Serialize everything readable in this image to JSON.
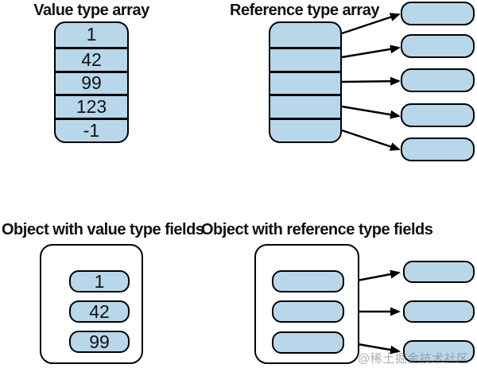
{
  "value_array": {
    "title": "Value type array",
    "cells": [
      "1",
      "42",
      "99",
      "123",
      "-1"
    ]
  },
  "reference_array": {
    "title": "Reference type array",
    "cell_count": 5,
    "target_count": 5
  },
  "value_object": {
    "title": "Object with value type fields",
    "fields": [
      "1",
      "42",
      "99"
    ]
  },
  "reference_object": {
    "title": "Object with reference type fields",
    "field_count": 3,
    "target_count": 3
  },
  "watermark": "@稀土掘金技术社区",
  "colors": {
    "box_fill": "#b9d7ea",
    "stroke": "#000000",
    "background": "#ffffff",
    "watermark_gray": "#7d7d7d"
  }
}
